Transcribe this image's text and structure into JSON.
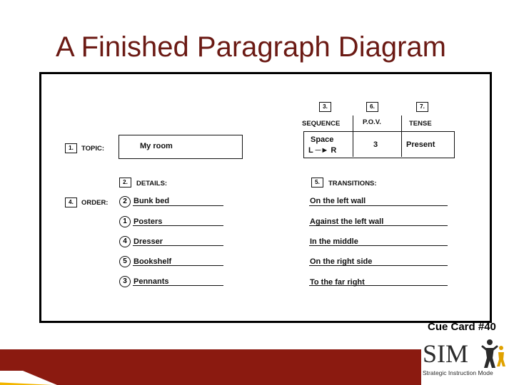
{
  "slide": {
    "title": "A Finished Paragraph Diagram",
    "cue_card": "Cue Card #40"
  },
  "diagram": {
    "topic_num": "1.",
    "topic_label": "TOPIC:",
    "topic_value": "My room",
    "sequence_num": "3.",
    "sequence_label": "SEQUENCE",
    "sequence_value_1": "Space",
    "sequence_value_2": "L ─► R",
    "pov_num": "6.",
    "pov_label": "P.O.V.",
    "pov_value": "3",
    "tense_num": "7.",
    "tense_label": "TENSE",
    "tense_value": "Present",
    "details_num": "2.",
    "details_label": "DETAILS:",
    "transitions_num": "5.",
    "transitions_label": "TRANSITIONS:",
    "order_num": "4.",
    "order_label": "ORDER:",
    "details": [
      {
        "order": "2",
        "text": "Bunk bed"
      },
      {
        "order": "1",
        "text": "Posters"
      },
      {
        "order": "4",
        "text": "Dresser"
      },
      {
        "order": "5",
        "text": "Bookshelf"
      },
      {
        "order": "3",
        "text": "Pennants"
      }
    ],
    "transitions": [
      "On the left wall",
      "Against the left wall",
      "In the middle",
      "On the right side",
      "To the far right"
    ]
  },
  "logo": {
    "text": "SIM",
    "subtitle": "Strategic Instruction Mode"
  },
  "colors": {
    "title": "#6b1a14",
    "bar": "#8b1a10",
    "stripe": "#f2b500"
  }
}
